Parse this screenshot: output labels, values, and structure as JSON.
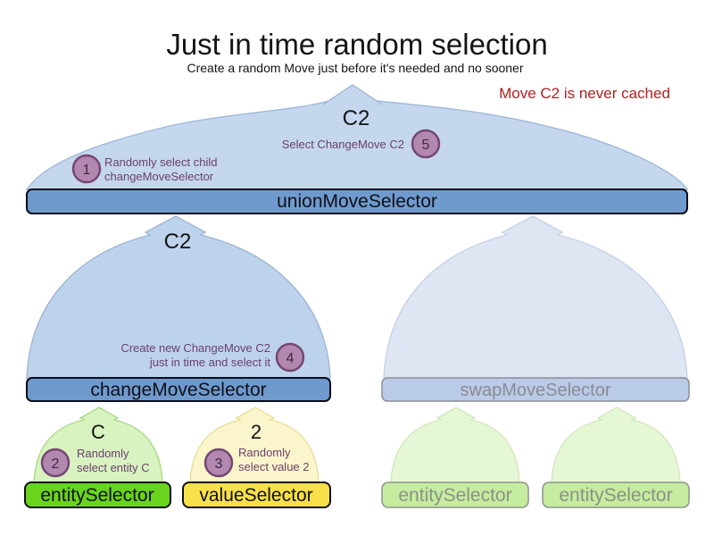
{
  "header": {
    "title": "Just in time random selection",
    "subtitle": "Create a random Move just before it's needed and no sooner",
    "note": "Move C2 is never cached"
  },
  "selectors": {
    "union": {
      "label": "unionMoveSelector",
      "move": "C2"
    },
    "change": {
      "label": "changeMoveSelector",
      "move": "C2"
    },
    "swap": {
      "label": "swapMoveSelector"
    },
    "entity": {
      "label": "entitySelector",
      "value": "C"
    },
    "value": {
      "label": "valueSelector",
      "value": "2"
    },
    "entity_faded_left": {
      "label": "entitySelector"
    },
    "entity_faded_right": {
      "label": "entitySelector"
    }
  },
  "steps": [
    {
      "number": "1",
      "line1": "Randomly select child",
      "line2": "changeMoveSelector"
    },
    {
      "number": "2",
      "line1": "Randomly",
      "line2": "select entity C"
    },
    {
      "number": "3",
      "line1": "Randomly",
      "line2": "select value 2"
    },
    {
      "number": "4",
      "line1": "Create new ChangeMove C2",
      "line2": "just in time and select it"
    },
    {
      "number": "5",
      "line1": "Select ChangeMove C2"
    }
  ],
  "colors": {
    "note_red": "#b02020",
    "annotation_purple": "#6b3f6e",
    "step_circle_fill": "#b287b0",
    "step_circle_border": "#744771",
    "selector_bar_blue": "#6f9ace",
    "dome_blue_top": "#c4d7ee",
    "dome_blue_mid": "#bdd3eb",
    "dome_blue_faded": "#dee5f3",
    "swap_bar_faded": "#b9cbe7",
    "entity_green": "#68d41e",
    "entity_dome_green": "#d8f3c0",
    "value_yellow": "#f8e04b",
    "value_dome_yellow": "#fbf5cb",
    "faded_box_green": "#c6ec9f",
    "faded_dome_green": "#e6f7d6"
  }
}
